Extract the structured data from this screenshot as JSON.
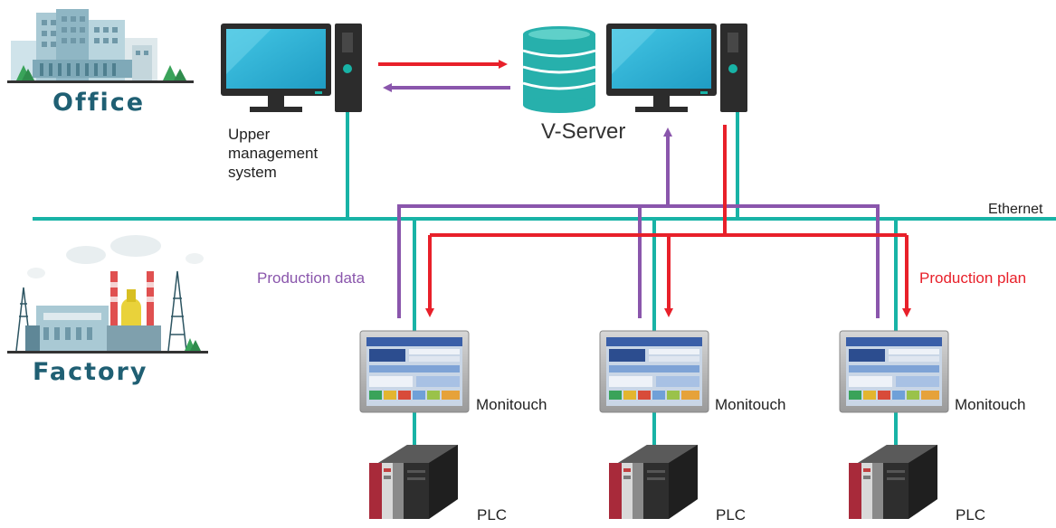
{
  "zones": {
    "office": "Office",
    "factory": "Factory"
  },
  "labels": {
    "upper_system": [
      "Upper",
      "management",
      "system"
    ],
    "vserver": "V-Server",
    "ethernet": "Ethernet",
    "production_data": "Production data",
    "production_plan": "Production plan",
    "monitouch": "Monitouch",
    "plc": "PLC"
  },
  "colors": {
    "network": "#18b3a6",
    "data_flow": "#8a56ac",
    "plan_flow": "#e8202a",
    "zone_title": "#1f5f73",
    "monitor_screen": "#2fb6d6",
    "pc_body": "#2c2c2c",
    "database": "#27b0ac"
  },
  "icons": [
    "office-building-icon",
    "factory-icon",
    "desktop-pc-icon",
    "database-icon",
    "hmi-panel-icon",
    "plc-icon"
  ]
}
